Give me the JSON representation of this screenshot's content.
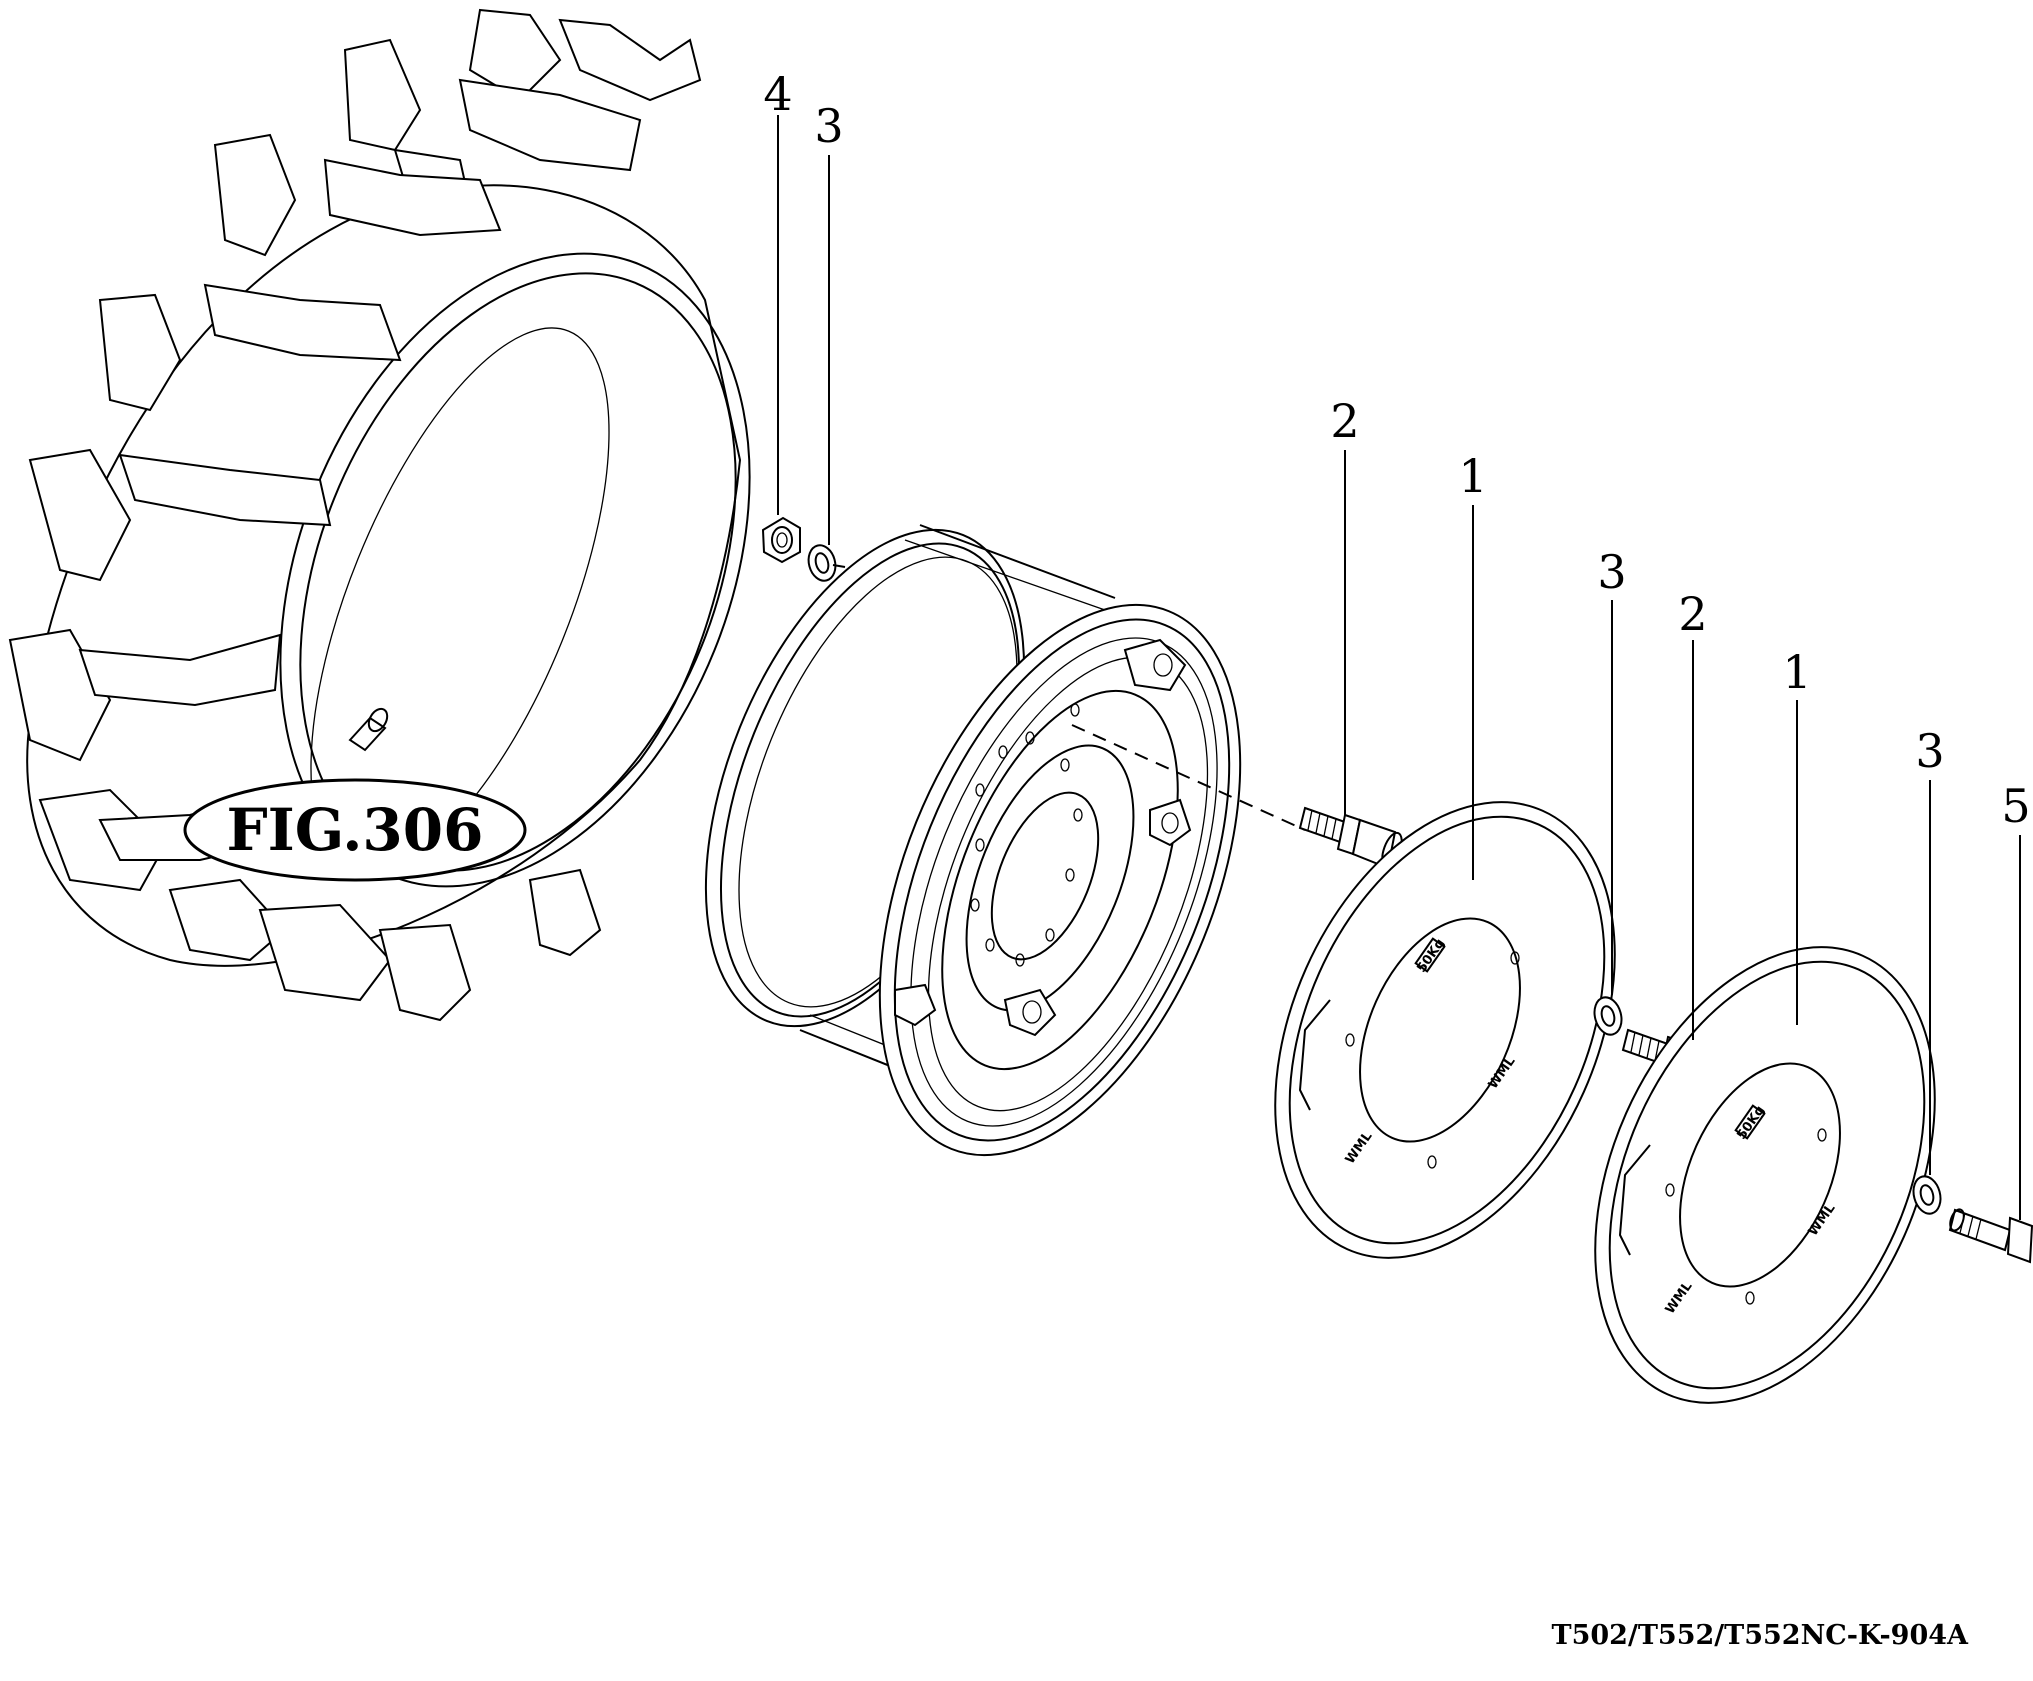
{
  "figure_label": "FIG.306",
  "drawing_code": "T502/T552/T552NC-K-904A",
  "weight_logo": "50Kg",
  "brand_mark": "WML",
  "callouts": [
    {
      "id": "c-4-nut",
      "number": "4"
    },
    {
      "id": "c-3-top",
      "number": "3"
    },
    {
      "id": "c-2-left",
      "number": "2"
    },
    {
      "id": "c-1-left",
      "number": "1"
    },
    {
      "id": "c-3-mid",
      "number": "3"
    },
    {
      "id": "c-2-right",
      "number": "2"
    },
    {
      "id": "c-1-right",
      "number": "1"
    },
    {
      "id": "c-3-right",
      "number": "3"
    },
    {
      "id": "c-5-bolt",
      "number": "5"
    }
  ]
}
